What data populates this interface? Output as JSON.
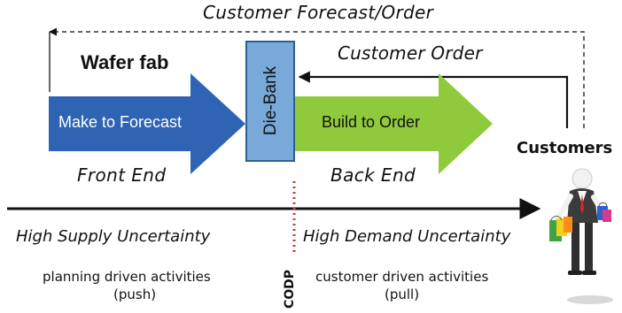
{
  "top_label": "Customer Forecast/Order",
  "customer_order_label": "Customer Order",
  "wafer_fab_label": "Wafer fab",
  "make_to_forecast_label": "Make to Forecast",
  "die_bank_label": "Die-Bank",
  "build_to_order_label": "Build to Order",
  "customers_label": "Customers",
  "front_end_label": "Front End",
  "back_end_label": "Back End",
  "high_supply_label": "High Supply Uncertainty",
  "high_demand_label": "High Demand Uncertainty",
  "codp_label": "CODP",
  "left_activity_line1": "planning driven activities",
  "left_activity_line2": "(push)",
  "right_activity_line1": "customer driven activities",
  "right_activity_line2": "(pull)",
  "colors": {
    "make_to_forecast_arrow": "#2f64b5",
    "build_to_order_arrow": "#8fca3c",
    "die_bank_box": "#78a9d9",
    "codp_dotted_line": "#c43b2e",
    "timeline_arrow": "#111111"
  }
}
